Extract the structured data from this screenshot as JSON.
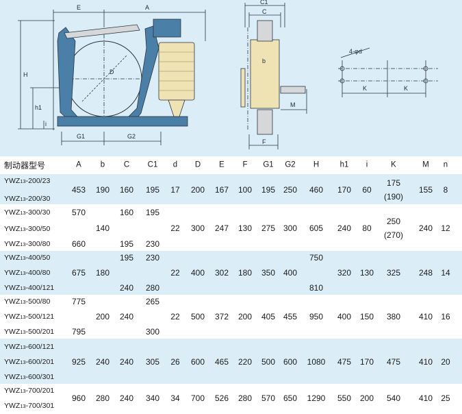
{
  "drawing": {
    "labels": [
      "E",
      "A",
      "H",
      "h1",
      "i",
      "G1",
      "G2",
      "D",
      "C1",
      "C",
      "b",
      "F",
      "M",
      "4-φd",
      "K",
      "K"
    ],
    "colors": {
      "background": "#dbeef7",
      "arm": "#4a7fa7",
      "thruster": "#efe3b4",
      "line": "#2a3340"
    }
  },
  "table": {
    "columns": [
      "制动器型号",
      "A",
      "b",
      "C",
      "C1",
      "d",
      "D",
      "E",
      "F",
      "G1",
      "G2",
      "H",
      "h1",
      "i",
      "K",
      "M",
      "n"
    ],
    "groups": [
      {
        "models": [
          [
            "YWZ",
            "13",
            "-200/23"
          ],
          [
            "YWZ",
            "13",
            "-200/30"
          ]
        ],
        "values": {
          "A": [
            "453"
          ],
          "b": [
            "190"
          ],
          "C": [
            "160"
          ],
          "C1": [
            "195"
          ],
          "d": [
            "17"
          ],
          "D": [
            "200"
          ],
          "E": [
            "167"
          ],
          "F": [
            "100"
          ],
          "G1": [
            "195"
          ],
          "G2": [
            "250"
          ],
          "H": [
            "460"
          ],
          "h1": [
            "170"
          ],
          "i": [
            "60"
          ],
          "K": [
            "175",
            "(190)"
          ],
          "M": [
            "155"
          ],
          "n": [
            "8"
          ]
        }
      },
      {
        "models": [
          [
            "YWZ",
            "13",
            "-300/30"
          ],
          [
            "YWZ",
            "13",
            "-300/50"
          ],
          [
            "YWZ",
            "13",
            "-300/80"
          ]
        ],
        "values": {
          "A": [
            "570",
            "660"
          ],
          "b": [
            "140"
          ],
          "C": [
            "160",
            "195"
          ],
          "C1": [
            "195",
            "230"
          ],
          "d": [
            "22"
          ],
          "D": [
            "300"
          ],
          "E": [
            "247"
          ],
          "F": [
            "130"
          ],
          "G1": [
            "275"
          ],
          "G2": [
            "300"
          ],
          "H": [
            "605"
          ],
          "h1": [
            "240"
          ],
          "i": [
            "80"
          ],
          "K": [
            "250",
            "(270)"
          ],
          "M": [
            "240"
          ],
          "n": [
            "12"
          ]
        }
      },
      {
        "models": [
          [
            "YWZ",
            "13",
            "-400/50"
          ],
          [
            "YWZ",
            "13",
            "-400/80"
          ],
          [
            "YWZ",
            "13",
            "-400/121"
          ]
        ],
        "values": {
          "A": [
            "675"
          ],
          "b": [
            "180"
          ],
          "C": [
            "195",
            "240"
          ],
          "C1": [
            "230",
            "280"
          ],
          "d": [
            "22"
          ],
          "D": [
            "400"
          ],
          "E": [
            "302"
          ],
          "F": [
            "180"
          ],
          "G1": [
            "350"
          ],
          "G2": [
            "400"
          ],
          "H": [
            "750",
            "810"
          ],
          "h1": [
            "320"
          ],
          "i": [
            "130"
          ],
          "K": [
            "325"
          ],
          "M": [
            "248"
          ],
          "n": [
            "14"
          ]
        }
      },
      {
        "models": [
          [
            "YWZ",
            "13",
            "-500/80"
          ],
          [
            "YWZ",
            "13",
            "-500/121"
          ],
          [
            "YWZ",
            "13",
            "-500/201"
          ]
        ],
        "values": {
          "A": [
            "775",
            "795"
          ],
          "b": [
            "200"
          ],
          "C": [
            "240"
          ],
          "C1": [
            "265",
            "300"
          ],
          "d": [
            "22"
          ],
          "D": [
            "500"
          ],
          "E": [
            "372"
          ],
          "F": [
            "200"
          ],
          "G1": [
            "405"
          ],
          "G2": [
            "455"
          ],
          "H": [
            "950"
          ],
          "h1": [
            "400"
          ],
          "i": [
            "150"
          ],
          "K": [
            "380"
          ],
          "M": [
            "410"
          ],
          "n": [
            "16"
          ]
        }
      },
      {
        "models": [
          [
            "YWZ",
            "13",
            "-600/121"
          ],
          [
            "YWZ",
            "13",
            "-600/201"
          ],
          [
            "YWZ",
            "13",
            "-600/301"
          ]
        ],
        "values": {
          "A": [
            "925"
          ],
          "b": [
            "240"
          ],
          "C": [
            "240"
          ],
          "C1": [
            "305"
          ],
          "d": [
            "26"
          ],
          "D": [
            "600"
          ],
          "E": [
            "465"
          ],
          "F": [
            "220"
          ],
          "G1": [
            "500"
          ],
          "G2": [
            "600"
          ],
          "H": [
            "1080"
          ],
          "h1": [
            "475"
          ],
          "i": [
            "170"
          ],
          "K": [
            "475"
          ],
          "M": [
            "410"
          ],
          "n": [
            "20"
          ]
        }
      },
      {
        "models": [
          [
            "YWZ",
            "13",
            "-700/201"
          ],
          [
            "YWZ",
            "13",
            "-700/301"
          ]
        ],
        "values": {
          "A": [
            "960"
          ],
          "b": [
            "280"
          ],
          "C": [
            "240"
          ],
          "C1": [
            "340"
          ],
          "d": [
            "34"
          ],
          "D": [
            "700"
          ],
          "E": [
            "526"
          ],
          "F": [
            "280"
          ],
          "G1": [
            "570"
          ],
          "G2": [
            "650"
          ],
          "H": [
            "1290"
          ],
          "h1": [
            "550"
          ],
          "i": [
            "200"
          ],
          "K": [
            "540"
          ],
          "M": [
            "410"
          ],
          "n": [
            "25"
          ]
        }
      }
    ]
  }
}
